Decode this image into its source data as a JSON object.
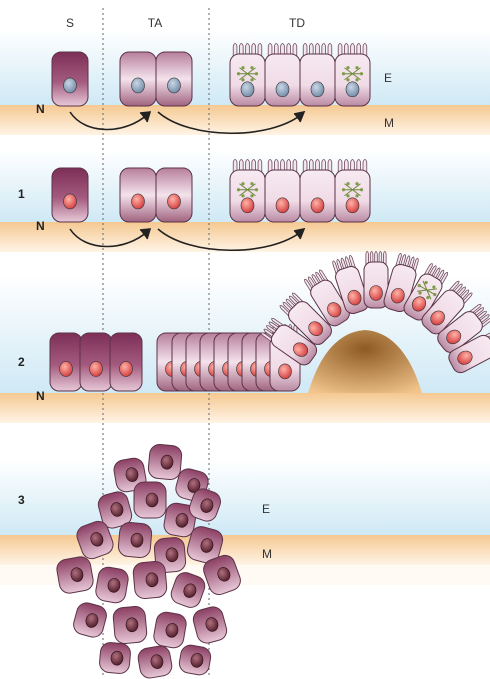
{
  "columns": {
    "stem": "S",
    "transit_amplifying": "TA",
    "terminally_differentiated": "TD"
  },
  "layer_labels": {
    "epithelium": "E",
    "mesenchyme": "M",
    "nucleus_marker": "N"
  },
  "rows": [
    {
      "id": "normal",
      "label": ""
    },
    {
      "id": "stage-1",
      "label": "1"
    },
    {
      "id": "stage-2",
      "label": "2"
    },
    {
      "id": "stage-3",
      "label": "3"
    }
  ],
  "colors": {
    "epithelium_band": "#d8eef7",
    "mesenchyme_band": "#f2c48f",
    "stem_cell": "#8e3f66",
    "cell_light": "#f3e2ec",
    "nucleus_normal": "#7f97b3",
    "nucleus_mutant": "#e24b4b",
    "nucleus_tumor": "#5a1f2c",
    "mesenchyme_mound": "#b07a3c"
  }
}
